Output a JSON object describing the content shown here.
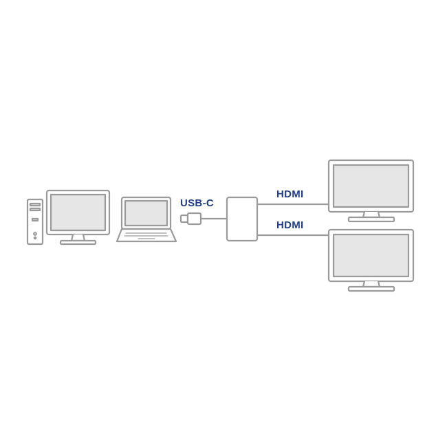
{
  "labels": {
    "usb_c": "USB-C",
    "hdmi_1": "HDMI",
    "hdmi_2": "HDMI"
  },
  "colors": {
    "label_text": "#1f3d8a",
    "device_stroke": "#9a9a9a",
    "device_screen_fill": "#e6e6e6",
    "device_fill": "#ffffff",
    "cable": "#9a9a9a"
  },
  "icons": [
    "desktop-tower-icon",
    "desktop-monitor-icon",
    "laptop-icon",
    "usb-c-plug-icon",
    "adapter-hub-icon",
    "external-monitor-icon"
  ]
}
